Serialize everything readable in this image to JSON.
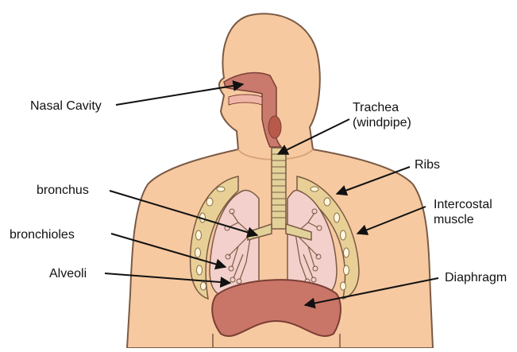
{
  "labels": {
    "nasal_cavity": "Nasal Cavity",
    "trachea_line1": "Trachea",
    "trachea_line2": "(windpipe)",
    "ribs": "Ribs",
    "bronchus": "bronchus",
    "intercostal_line1": "Intercostal",
    "intercostal_line2": "muscle",
    "bronchioles": "bronchioles",
    "alveoli": "Alveoli",
    "diaphragm": "Diaphragm"
  },
  "colors": {
    "skin": "#f7c9a0",
    "skin_outline": "#7a5a44",
    "lung": "#f3d0cb",
    "rib_band": "#e8cf96",
    "airway": "#e2d29a",
    "nasal": "#c97a6c",
    "diaphragm": "#c97668",
    "leader_line": "#111111"
  }
}
